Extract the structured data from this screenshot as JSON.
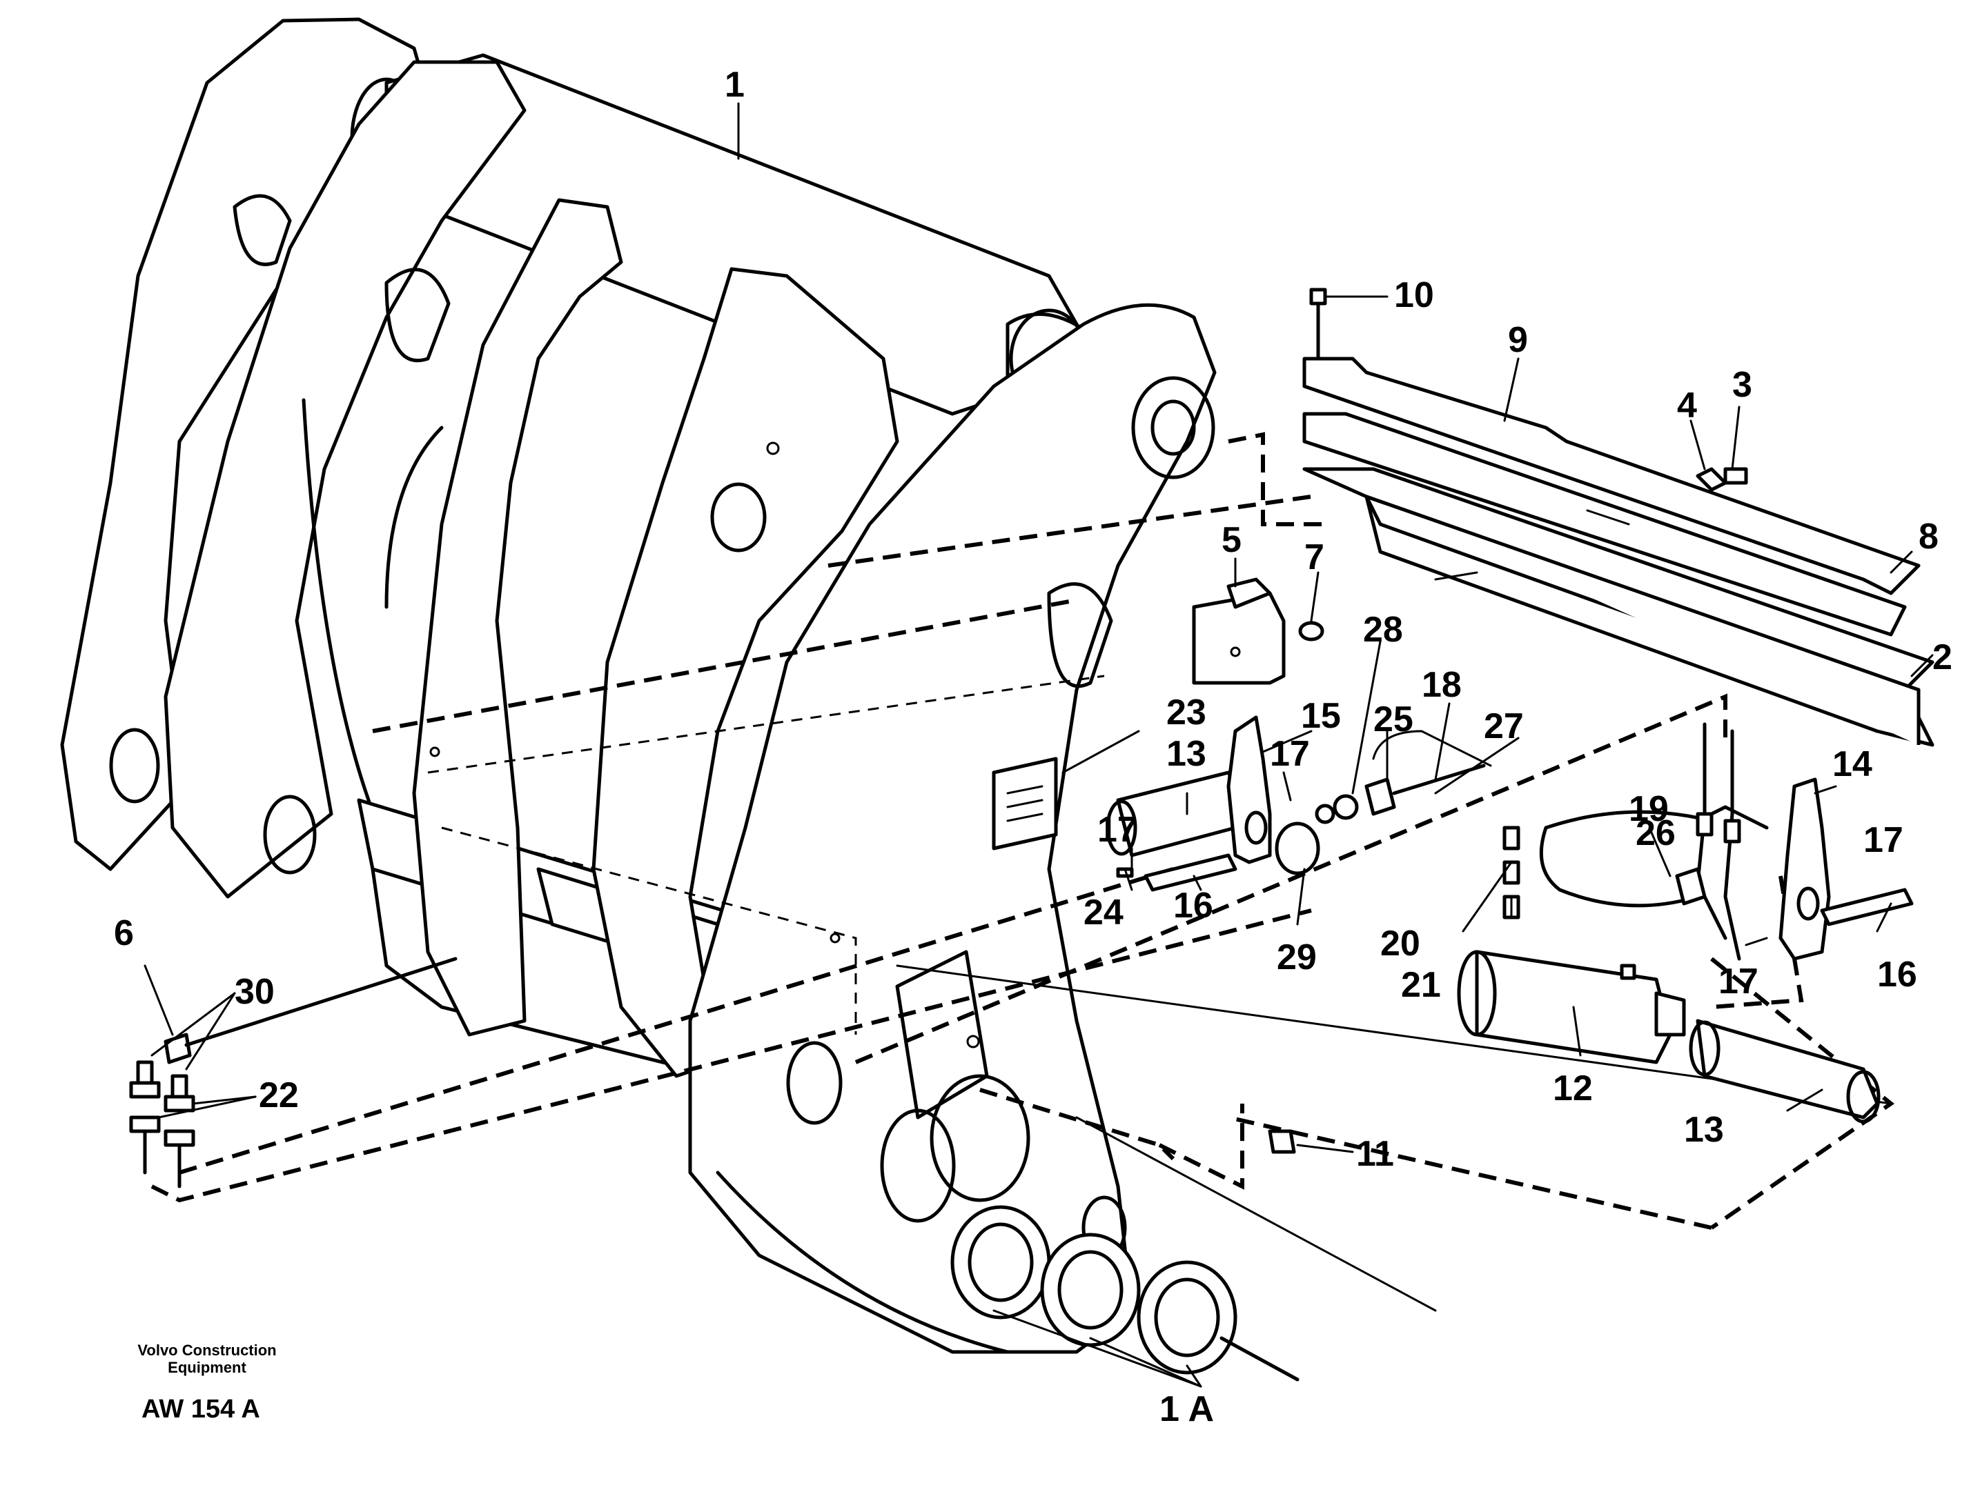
{
  "callouts": [
    {
      "id": "c1",
      "text": "1"
    },
    {
      "id": "c10",
      "text": "10"
    },
    {
      "id": "c9",
      "text": "9"
    },
    {
      "id": "c4",
      "text": "4"
    },
    {
      "id": "c3",
      "text": "3"
    },
    {
      "id": "c8",
      "text": "8"
    },
    {
      "id": "c2",
      "text": "2"
    },
    {
      "id": "c5",
      "text": "5"
    },
    {
      "id": "c7",
      "text": "7"
    },
    {
      "id": "c28",
      "text": "28"
    },
    {
      "id": "c18",
      "text": "18"
    },
    {
      "id": "c23",
      "text": "23"
    },
    {
      "id": "c15",
      "text": "15"
    },
    {
      "id": "c25",
      "text": "25"
    },
    {
      "id": "c27",
      "text": "27"
    },
    {
      "id": "c13a",
      "text": "13"
    },
    {
      "id": "c17a",
      "text": "17"
    },
    {
      "id": "c17b",
      "text": "17"
    },
    {
      "id": "c24",
      "text": "24"
    },
    {
      "id": "c16a",
      "text": "16"
    },
    {
      "id": "c29",
      "text": "29"
    },
    {
      "id": "c19",
      "text": "19"
    },
    {
      "id": "c26",
      "text": "26"
    },
    {
      "id": "c14",
      "text": "14"
    },
    {
      "id": "c17c",
      "text": "17"
    },
    {
      "id": "c20",
      "text": "20"
    },
    {
      "id": "c21",
      "text": "21"
    },
    {
      "id": "c17d",
      "text": "17"
    },
    {
      "id": "c16b",
      "text": "16"
    },
    {
      "id": "c12",
      "text": "12"
    },
    {
      "id": "c13b",
      "text": "13"
    },
    {
      "id": "c6",
      "text": "6"
    },
    {
      "id": "c30",
      "text": "30"
    },
    {
      "id": "c22",
      "text": "22"
    },
    {
      "id": "c11",
      "text": "11"
    },
    {
      "id": "c1a",
      "text": "1 A"
    }
  ],
  "footer": {
    "maker_line1": "Volvo Construction",
    "maker_line2": "Equipment",
    "drawing_code": "AW 154 A"
  }
}
